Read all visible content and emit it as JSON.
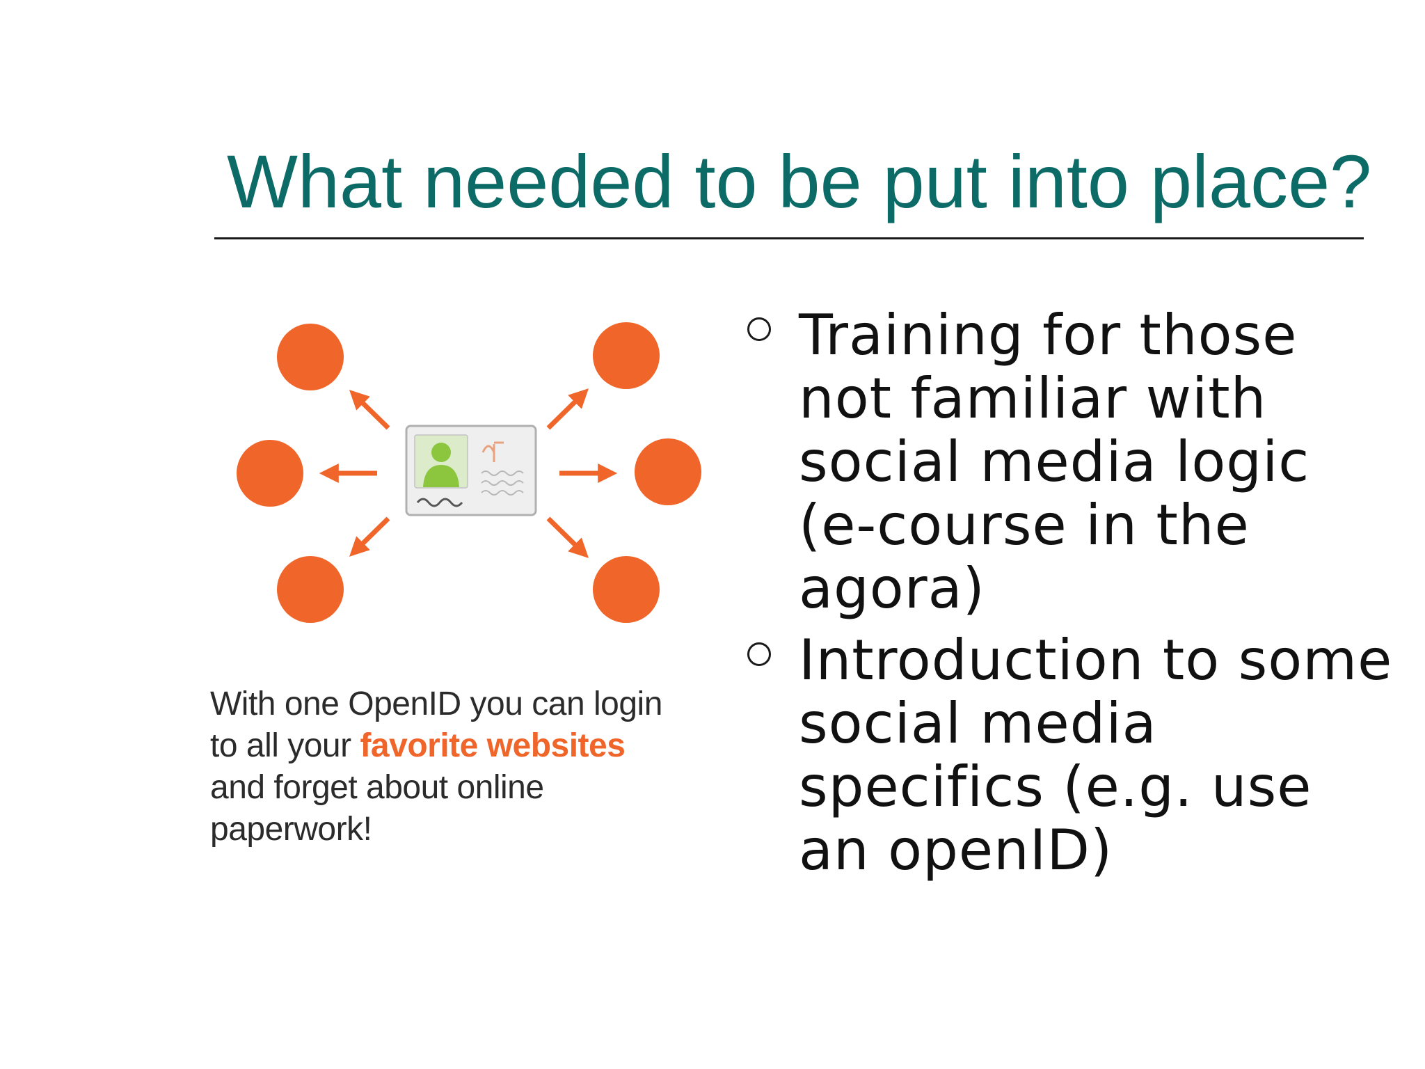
{
  "slide": {
    "title": "What needed to be put into place?",
    "bullets": [
      {
        "text": "Training for those not familiar with social media logic (e-course in the agora)"
      },
      {
        "text": "Introduction to some social media specifics (e.g. use an openID)"
      }
    ]
  },
  "figure": {
    "caption": {
      "part1": "With one OpenID you can login to all your ",
      "highlight1": "favorite websites",
      "part2": " and forget about online paperwork!"
    },
    "icons": {
      "center": "openid-card-icon",
      "nodes": "website-circle-icon",
      "arrows": "arrow-icon"
    },
    "colors": {
      "accent": "#f0652a",
      "title": "#0c6b66",
      "card_person": "#8cc63f"
    }
  }
}
